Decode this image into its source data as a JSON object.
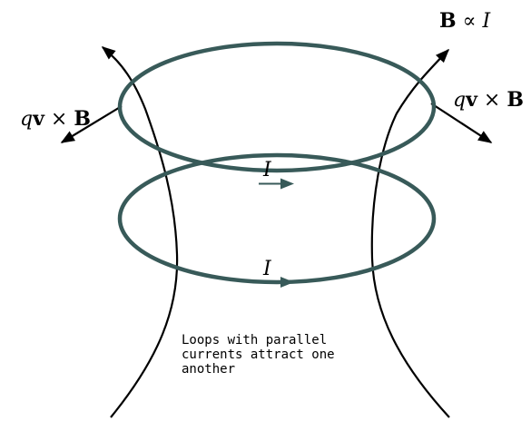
{
  "labels": {
    "field": {
      "b": "B",
      "propto": " ∝ ",
      "i": "I"
    },
    "force_left": {
      "q": "q",
      "v": "v",
      "times": " × ",
      "b": "B"
    },
    "force_right": {
      "q": "q",
      "v": "v",
      "times": " × ",
      "b": "B"
    },
    "current_top": "I",
    "current_bottom": "I",
    "caption": [
      "Loops with parallel",
      "currents attract one",
      "another"
    ]
  },
  "colors": {
    "loop": "#385a59",
    "line": "#000000"
  }
}
